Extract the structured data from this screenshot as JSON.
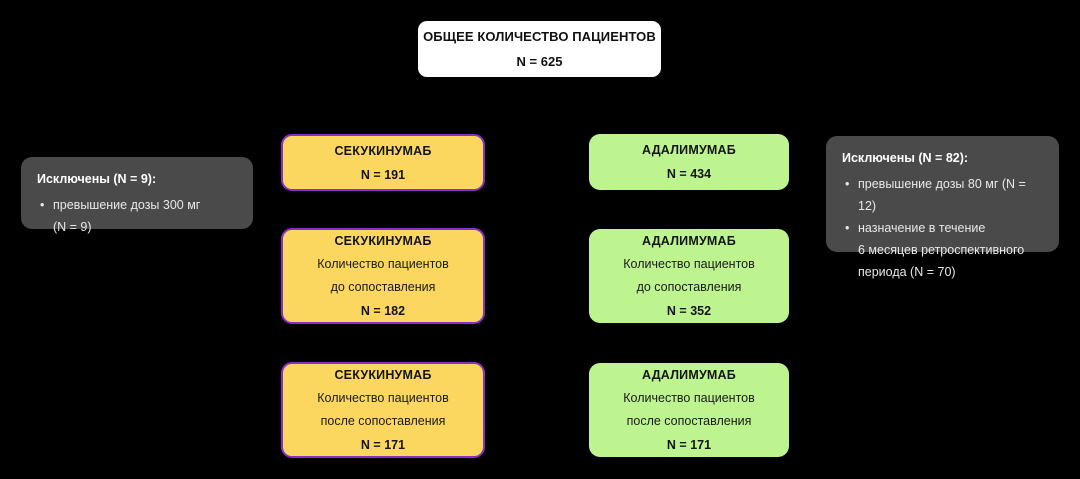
{
  "diagram": {
    "title_box": {
      "heading": "ОБЩЕЕ КОЛИЧЕСТВО ПАЦИЕНТОВ",
      "count": "N = 625"
    },
    "secukinumab": [
      {
        "heading": "СЕКУКИНУМАБ",
        "line1": "",
        "line2": "",
        "count": "N = 191"
      },
      {
        "heading": "СЕКУКИНУМАБ",
        "line1": "Количество пациентов",
        "line2": "до сопоставления",
        "count": "N = 182"
      },
      {
        "heading": "СЕКУКИНУМАБ",
        "line1": "Количество пациентов",
        "line2": "после сопоставления",
        "count": "N = 171"
      }
    ],
    "adalimumab": [
      {
        "heading": "АДАЛИМУМАБ",
        "line1": "",
        "line2": "",
        "count": "N = 434"
      },
      {
        "heading": "АДАЛИМУМАБ",
        "line1": "Количество пациентов",
        "line2": "до сопоставления",
        "count": "N = 352"
      },
      {
        "heading": "АДАЛИМУМАБ",
        "line1": "Количество пациентов",
        "line2": "после сопоставления",
        "count": "N = 171"
      }
    ],
    "exclusions_left": {
      "title": "Исключены (N = 9):",
      "items": [
        {
          "text": "превышение дозы 300 мг",
          "continuation": "(N = 9)"
        }
      ]
    },
    "exclusions_right": {
      "title": "Исключены (N = 82):",
      "items": [
        {
          "text": "превышение дозы 80 мг (N = 12)",
          "continuation": ""
        },
        {
          "text": "назначение в течение",
          "continuation": "6 месяцев ретроспективного"
        },
        {
          "text": "периода  (N = 70)",
          "continuation": ""
        }
      ]
    },
    "colors": {
      "background": "#000000",
      "title_box_fill": "#FFFFFF",
      "secukinumab_fill": "#FCD75F",
      "secukinumab_border": "#8B2FC9",
      "adalimumab_fill": "#BEF48F",
      "exclusion_fill": "#4A4A4A",
      "exclusion_text": "#E8E8E8",
      "node_text": "#141414"
    }
  }
}
